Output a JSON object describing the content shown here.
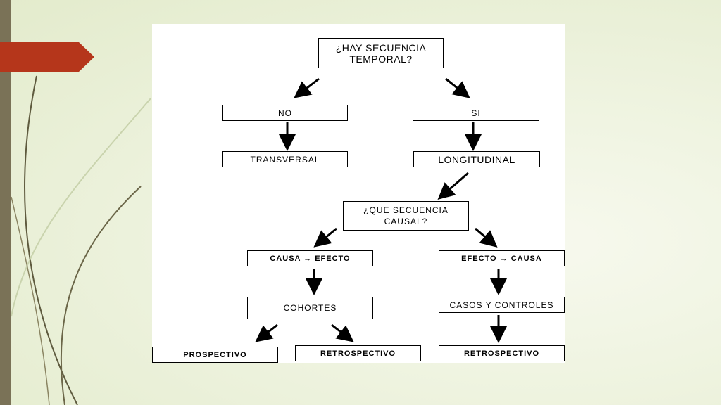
{
  "colors": {
    "side_bar": "#7a7257",
    "accent_tab": "#b5361b",
    "background": "#eef3df",
    "panel": "#ffffff",
    "ink": "#000000"
  },
  "flowchart": {
    "q_temporal": "¿HAY SECUENCIA\nTEMPORAL?",
    "no": "NO",
    "si": "SI",
    "transversal": "TRANSVERSAL",
    "longitudinal": "LONGITUDINAL",
    "q_causal": "¿QUE SECUENCIA\nCAUSAL?",
    "causa_efecto": "CAUSA  → EFECTO",
    "efecto_causa": "EFECTO → CAUSA",
    "cohortes": "COHORTES",
    "casos_controles": "CASOS Y CONTROLES",
    "prospectivo": "PROSPECTIVO",
    "retrospectivo_cohortes": "RETROSPECTIVO",
    "retrospectivo_casos": "RETROSPECTIVO"
  }
}
